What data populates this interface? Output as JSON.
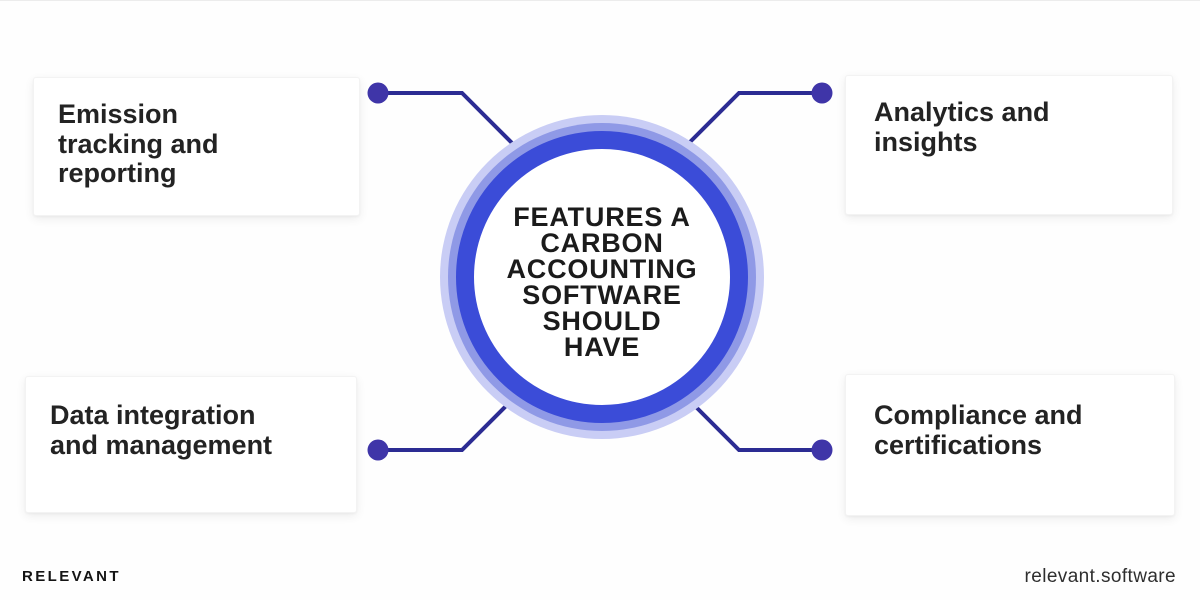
{
  "colors": {
    "ring": "#3b4cd8",
    "halo_inner": "#8f99e6",
    "halo_outer": "#c9cdf5",
    "connector_line": "#2c2c93",
    "connector_dot": "#3f35a8",
    "text": "#232323"
  },
  "center": {
    "lines": [
      "FEATURES A",
      "CARBON",
      "ACCOUNTING",
      "SOFTWARE",
      "SHOULD",
      "HAVE"
    ]
  },
  "cards": {
    "top_left": {
      "lines": [
        "Emission",
        "tracking and",
        "reporting"
      ]
    },
    "top_right": {
      "lines": [
        "Analytics and",
        "insights"
      ]
    },
    "bottom_left": {
      "lines": [
        "Data integration",
        "and management"
      ]
    },
    "bottom_right": {
      "lines": [
        "Compliance and",
        "certifications"
      ]
    }
  },
  "footer": {
    "brand": "RELEVANT",
    "website": "relevant.software"
  }
}
